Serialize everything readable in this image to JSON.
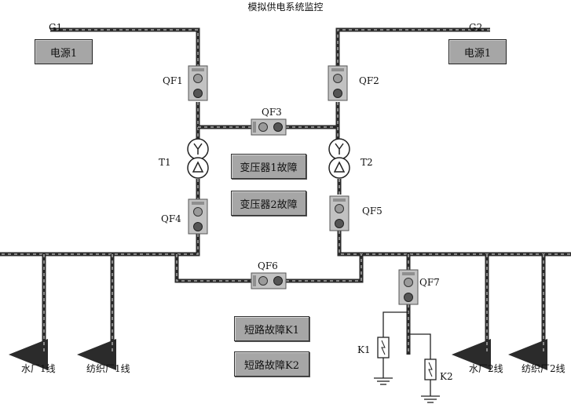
{
  "title": "模拟供电系统监控",
  "sources": [
    {
      "id": "G1",
      "label": "G1",
      "name": "电源1"
    },
    {
      "id": "G2",
      "label": "G2",
      "name": "电源1"
    }
  ],
  "breakers": [
    "QF1",
    "QF2",
    "QF3",
    "QF4",
    "QF5",
    "QF6",
    "QF7"
  ],
  "transformers": [
    "T1",
    "T2"
  ],
  "buttons": {
    "t1_fault": "变压器1故障",
    "t2_fault": "变压器2故障",
    "k1_fault": "短路故障K1",
    "k2_fault": "短路故障K2"
  },
  "fault_points": [
    "K1",
    "K2"
  ],
  "feeders": [
    "水厂1线",
    "纺织厂1线",
    "水厂2线",
    "纺织厂2线"
  ],
  "colors": {
    "line_dark": "#2b2b2b",
    "line_mid": "#8a8a8a",
    "panel": "#a6a6a6",
    "lamp_green": "#9a9a9a",
    "lamp_red": "#555555"
  }
}
